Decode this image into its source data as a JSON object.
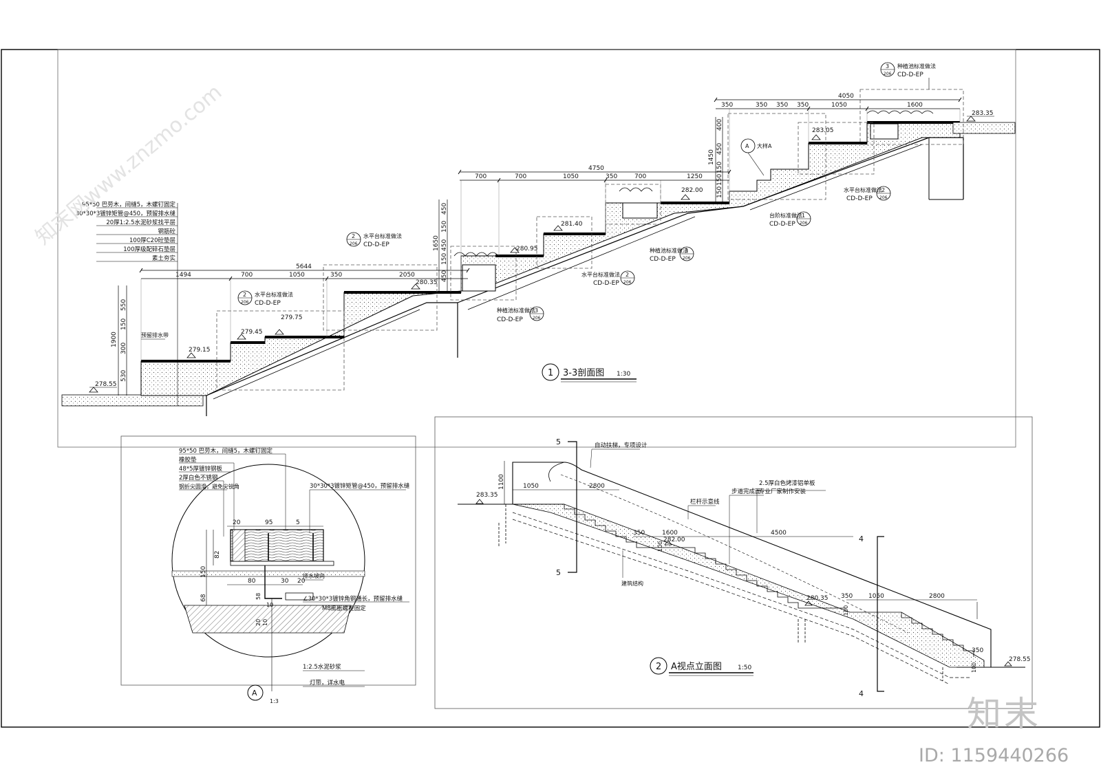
{
  "watermark": {
    "brand": "知末",
    "id": "ID: 1159440266",
    "tile_text": "知末网www.znzmo.com"
  },
  "section33": {
    "num": "1",
    "title": "3-3剖面图",
    "scale": "1:30",
    "levels": [
      "278.55",
      "279.15",
      "279.45",
      "279.75",
      "280.35",
      "280.95",
      "281.40",
      "282.00",
      "283.05",
      "283.35"
    ],
    "dims_top": [
      "4050",
      "350",
      "350",
      "350",
      "350",
      "1050",
      "1600"
    ],
    "dims_mid": [
      "4750",
      "700",
      "700",
      "1050",
      "350",
      "700",
      "1250"
    ],
    "dims_low": [
      "5644",
      "1494",
      "700",
      "1050",
      "350",
      "2050"
    ],
    "vdims_left": [
      "1900",
      "550",
      "150",
      "300",
      "530"
    ],
    "vdims_mid": [
      "1650",
      "450",
      "150",
      "450",
      "150",
      "450"
    ],
    "vdims_right": [
      "1450",
      "400",
      "450",
      "150",
      "150",
      "150"
    ],
    "layer_notes": [
      "95*50 巴劳木，间缝5，木螺钉固定",
      "30*30*3镀锌矩管@450，预留排水缝",
      "20厚1:2.5水泥砂浆找平层",
      "钢筋砼",
      "100厚C20砼垫层",
      "100厚级配碎石垫层",
      "素土夯实"
    ],
    "note_drain": "预留排水带",
    "callouts": [
      {
        "n": "2",
        "sheet": "206",
        "code": "CD-D-EP",
        "label": "水平台标准做法"
      },
      {
        "n": "2",
        "sheet": "206",
        "code": "CD-D-EP",
        "label": "水平台标准做法"
      },
      {
        "n": "3",
        "sheet": "206",
        "code": "CD-D-EP",
        "label": "种植池标准做法"
      },
      {
        "n": "2",
        "sheet": "206",
        "code": "CD-D-EP",
        "label": "水平台标准做法"
      },
      {
        "n": "3",
        "sheet": "206",
        "code": "CD-D-EP",
        "label": "种植池标准做法"
      },
      {
        "n": "1",
        "sheet": "206",
        "code": "CD-D-EP",
        "label": "台阶标准做法"
      },
      {
        "n": "2",
        "sheet": "206",
        "code": "CD-D-EP",
        "label": "水平台标准做法"
      },
      {
        "n": "3",
        "sheet": "206",
        "code": "CD-D-EP",
        "label": "种植池标准做法"
      }
    ],
    "detail_mark": "大样A"
  },
  "detailA": {
    "mark": "A",
    "scale": "1:3",
    "notes_top": [
      "95*50 巴劳木，间缝5，木螺钉固定",
      "橡胶垫",
      "48*5厚镀锌钢板",
      "2厚白色不锈钢",
      "钢折尖圆滑，避免尖锐角"
    ],
    "note_right": "30*30*3镀锌矩管@450，预留排水缝",
    "note_angle": "∠30*30*3镀锌角钢通长，预留排水缝",
    "note_bolt": "M8膨胀螺栓固定",
    "note_drain": "排水坡向",
    "note_mortar": "1:2.5水泥砂浆",
    "note_light": "灯带，详水电",
    "dims": [
      "20",
      "95",
      "5",
      "82",
      "150",
      "68",
      "80",
      "30",
      "20",
      "58",
      "10",
      "20",
      "10"
    ]
  },
  "elevA": {
    "num": "2",
    "title": "A视点立面图",
    "scale": "1:50",
    "cut_labels": [
      "5",
      "5",
      "4",
      "4"
    ],
    "notes": [
      "自动扶梯，专项设计",
      "栏杆示意线",
      "步道完成面",
      "2.5厚白色烤漆铝单板",
      "专业厂家制作安装",
      "建筑结构"
    ],
    "levels": [
      "283.35",
      "282.00",
      "280.35",
      "278.55"
    ],
    "dims": [
      "1100",
      "1050",
      "2800",
      "350",
      "1600",
      "4500",
      "100",
      "350",
      "1050",
      "2800",
      "350",
      "100",
      "100"
    ]
  }
}
